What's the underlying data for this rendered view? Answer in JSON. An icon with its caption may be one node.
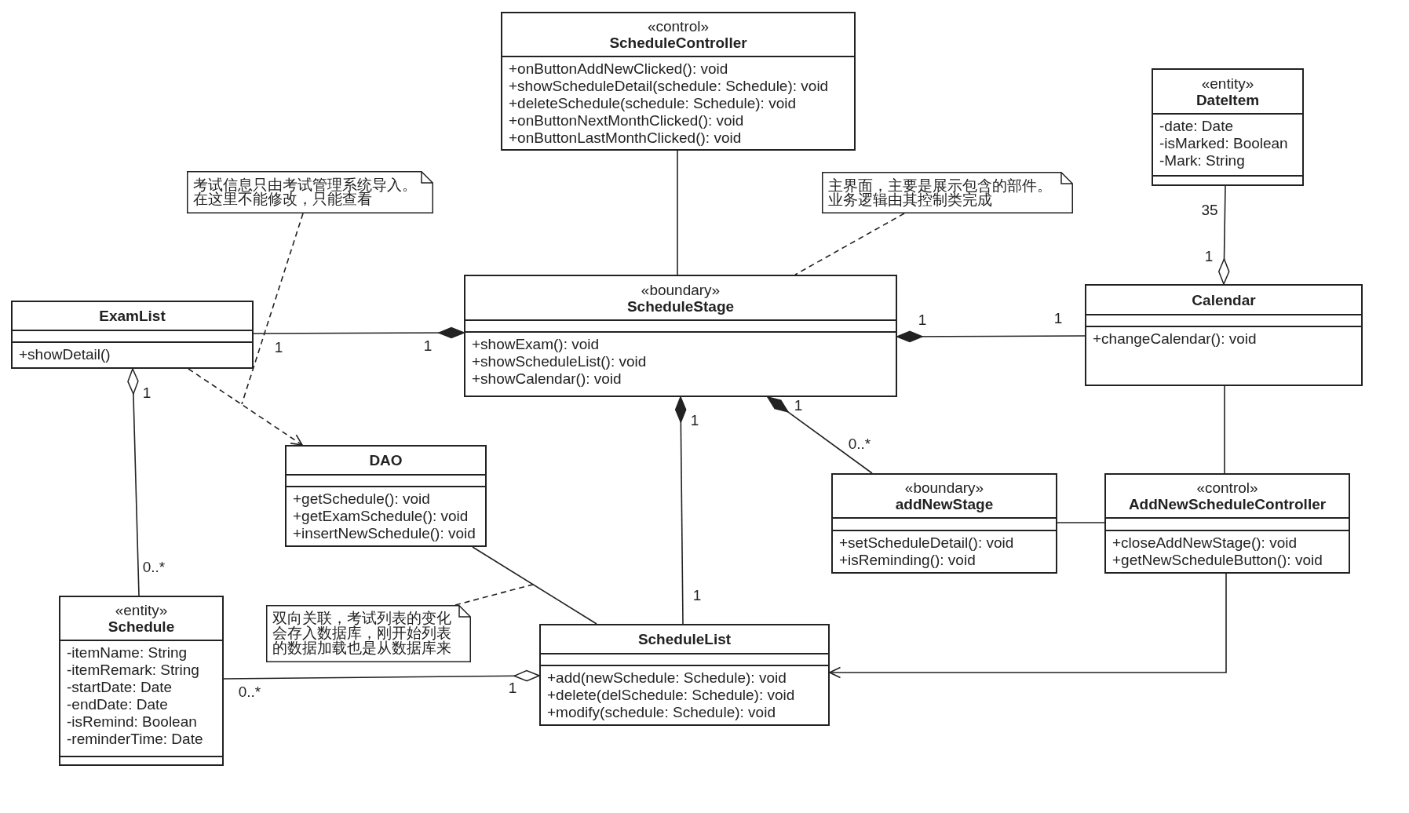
{
  "diagram": {
    "nodes": [
      {
        "text": [
          "«control»",
          "ScheduleController",
          "+onButtonAddNewClicked(): void",
          "+showScheduleDetail(schedule: Schedule): void",
          "+deleteSchedule(schedule: Schedule): void",
          "+onButtonNextMonthClicked(): void",
          "+onButtonLastMonthClicked(): void"
        ]
      },
      {
        "text": [
          "«entity»",
          "DateItem",
          "-date: Date",
          "-isMarked: Boolean",
          "-Mark: String"
        ]
      },
      {
        "text": [
          "考试信息只由考试管理系统导入。在这里不能修改，只能查看"
        ]
      },
      {
        "text": [
          "主界面，主要是展示包含的部件。业务逻辑由其控制类完成"
        ]
      },
      {
        "text": [
          "ExamList",
          "+showDetail()"
        ]
      },
      {
        "text": [
          "«boundary»",
          "ScheduleStage",
          "+showExam(): void",
          "+showScheduleList(): void",
          "+showCalendar(): void"
        ]
      },
      {
        "text": [
          "Calendar",
          "+changeCalendar(): void"
        ]
      },
      {
        "text": [
          "DAO",
          "+getSchedule(): void",
          "+getExamSchedule(): void",
          "+insertNewSchedule(): void"
        ]
      },
      {
        "text": [
          "«boundary»",
          "addNewStage",
          "+setScheduleDetail(): void",
          "+isReminding(): void"
        ]
      },
      {
        "text": [
          "«control»",
          "AddNewScheduleController",
          "+closeAddNewStage(): void",
          "+getNewScheduleButton(): void"
        ]
      },
      {
        "text": [
          "«entity»",
          "Schedule",
          "-itemName: String",
          "-itemRemark: String",
          "-startDate: Date",
          "-endDate: Date",
          "-isRemind: Boolean",
          "-reminderTime: Date"
        ]
      },
      {
        "text": [
          "双向关联，考试列表的变化会存入数据库，刚开始列表的数据加载也是从数据库来"
        ]
      },
      {
        "text": [
          "ScheduleList",
          "+add(newSchedule: Schedule): void",
          "+delete(delSchedule: Schedule): void",
          "+modify(schedule: Schedule): void"
        ]
      }
    ],
    "edges": [
      {
        "from": 0,
        "to": 5,
        "arrow": "none"
      },
      {
        "from": 2,
        "to": null,
        "arrow": "none",
        "style": "dashed"
      },
      {
        "from": 3,
        "to": 5,
        "arrow": "none",
        "style": "dashed"
      },
      {
        "from": 1,
        "to": 6,
        "arrow": "other"
      },
      {
        "from": 4,
        "to": 5,
        "arrow": "other"
      },
      {
        "from": 6,
        "to": 5,
        "arrow": "other"
      },
      {
        "from": 10,
        "to": 4,
        "arrow": "other"
      },
      {
        "from": 4,
        "to": 7,
        "arrow": "to",
        "style": "dashed"
      },
      {
        "from": 12,
        "to": 5,
        "arrow": "other"
      },
      {
        "from": 8,
        "to": 5,
        "arrow": "other"
      },
      {
        "from": 8,
        "to": 9,
        "arrow": "none"
      },
      {
        "from": 6,
        "to": 9,
        "arrow": "none"
      },
      {
        "from": 9,
        "to": 12,
        "arrow": "to"
      },
      {
        "from": 7,
        "to": 12,
        "arrow": "none"
      },
      {
        "from": 11,
        "to": null,
        "arrow": "none",
        "style": "dashed"
      },
      {
        "from": 10,
        "to": 12,
        "arrow": "other"
      }
    ],
    "labels": [
      "35",
      "1",
      "1",
      "1",
      "1",
      "1",
      "1",
      "1",
      "1",
      "0..*",
      "0..*",
      "1",
      "0..*",
      "1"
    ]
  }
}
